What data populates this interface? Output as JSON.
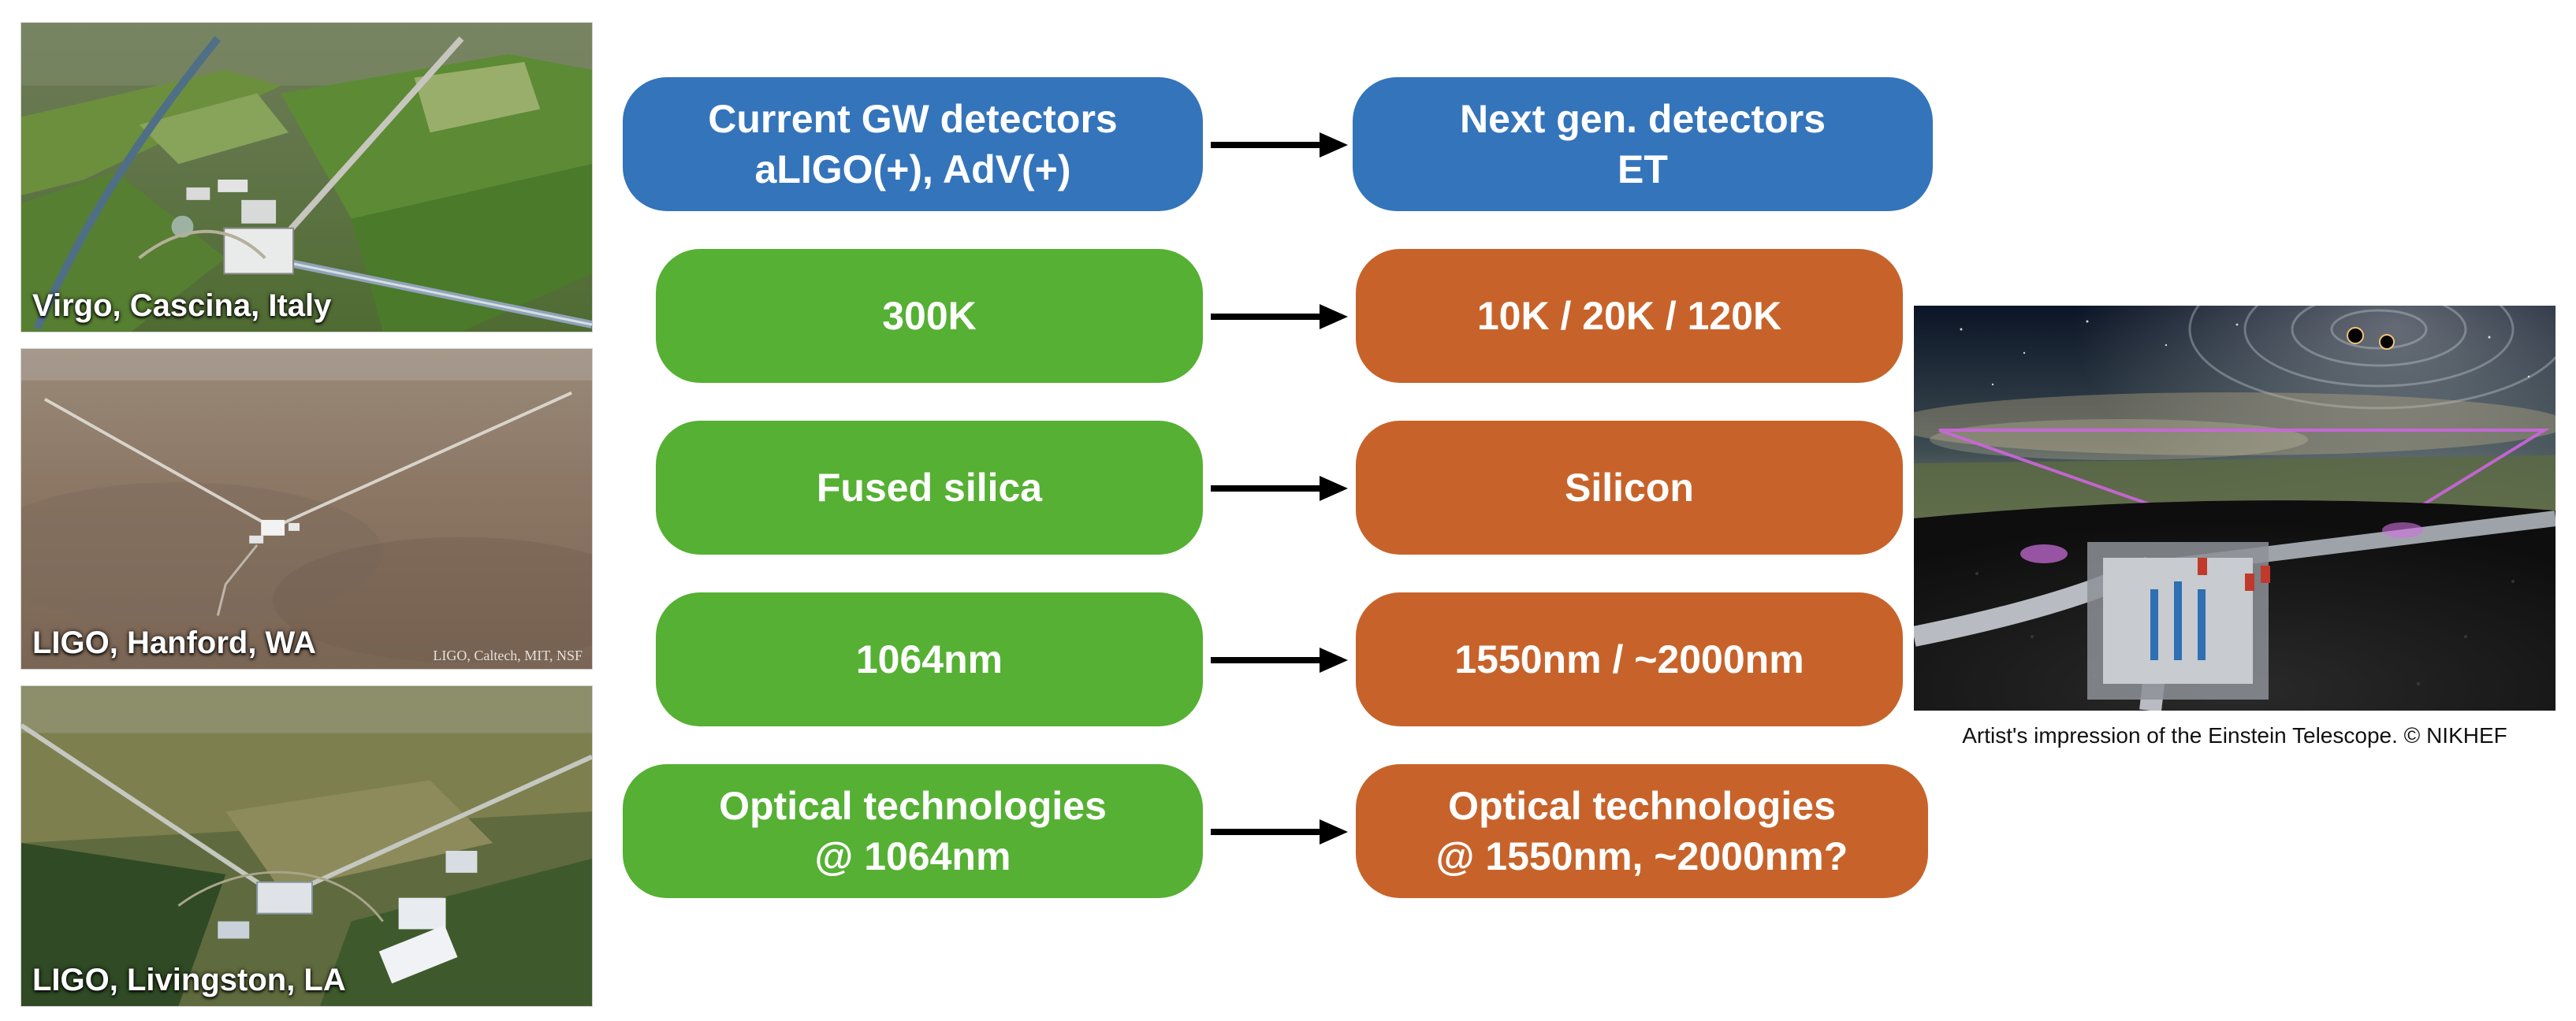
{
  "photos": {
    "virgo": {
      "caption": "Virgo, Cascina, Italy"
    },
    "hanford": {
      "caption": "LIGO, Hanford, WA",
      "credit": "LIGO, Caltech, MIT, NSF"
    },
    "livingston": {
      "caption": "LIGO, Livingston, LA"
    }
  },
  "rows": [
    {
      "left": {
        "line1": "Current GW detectors",
        "line2": "aLIGO(+), AdV(+)"
      },
      "right": {
        "line1": "Next gen. detectors",
        "line2": "ET"
      }
    },
    {
      "left": {
        "line1": "300K"
      },
      "right": {
        "line1": "10K / 20K / 120K"
      }
    },
    {
      "left": {
        "line1": "Fused silica"
      },
      "right": {
        "line1": "Silicon"
      }
    },
    {
      "left": {
        "line1": "1064nm"
      },
      "right": {
        "line1": "1550nm / ~2000nm"
      }
    },
    {
      "left": {
        "line1": "Optical technologies",
        "line2": "@ 1064nm"
      },
      "right": {
        "line1": "Optical technologies",
        "line2": "@ 1550nm, ~2000nm?"
      }
    }
  ],
  "figure": {
    "caption": "Artist's impression of the Einstein Telescope. © NIKHEF"
  },
  "colors": {
    "header_blue": "#3474bb",
    "current_green": "#55b033",
    "next_orange": "#c7632a",
    "arrow": "#000000"
  }
}
